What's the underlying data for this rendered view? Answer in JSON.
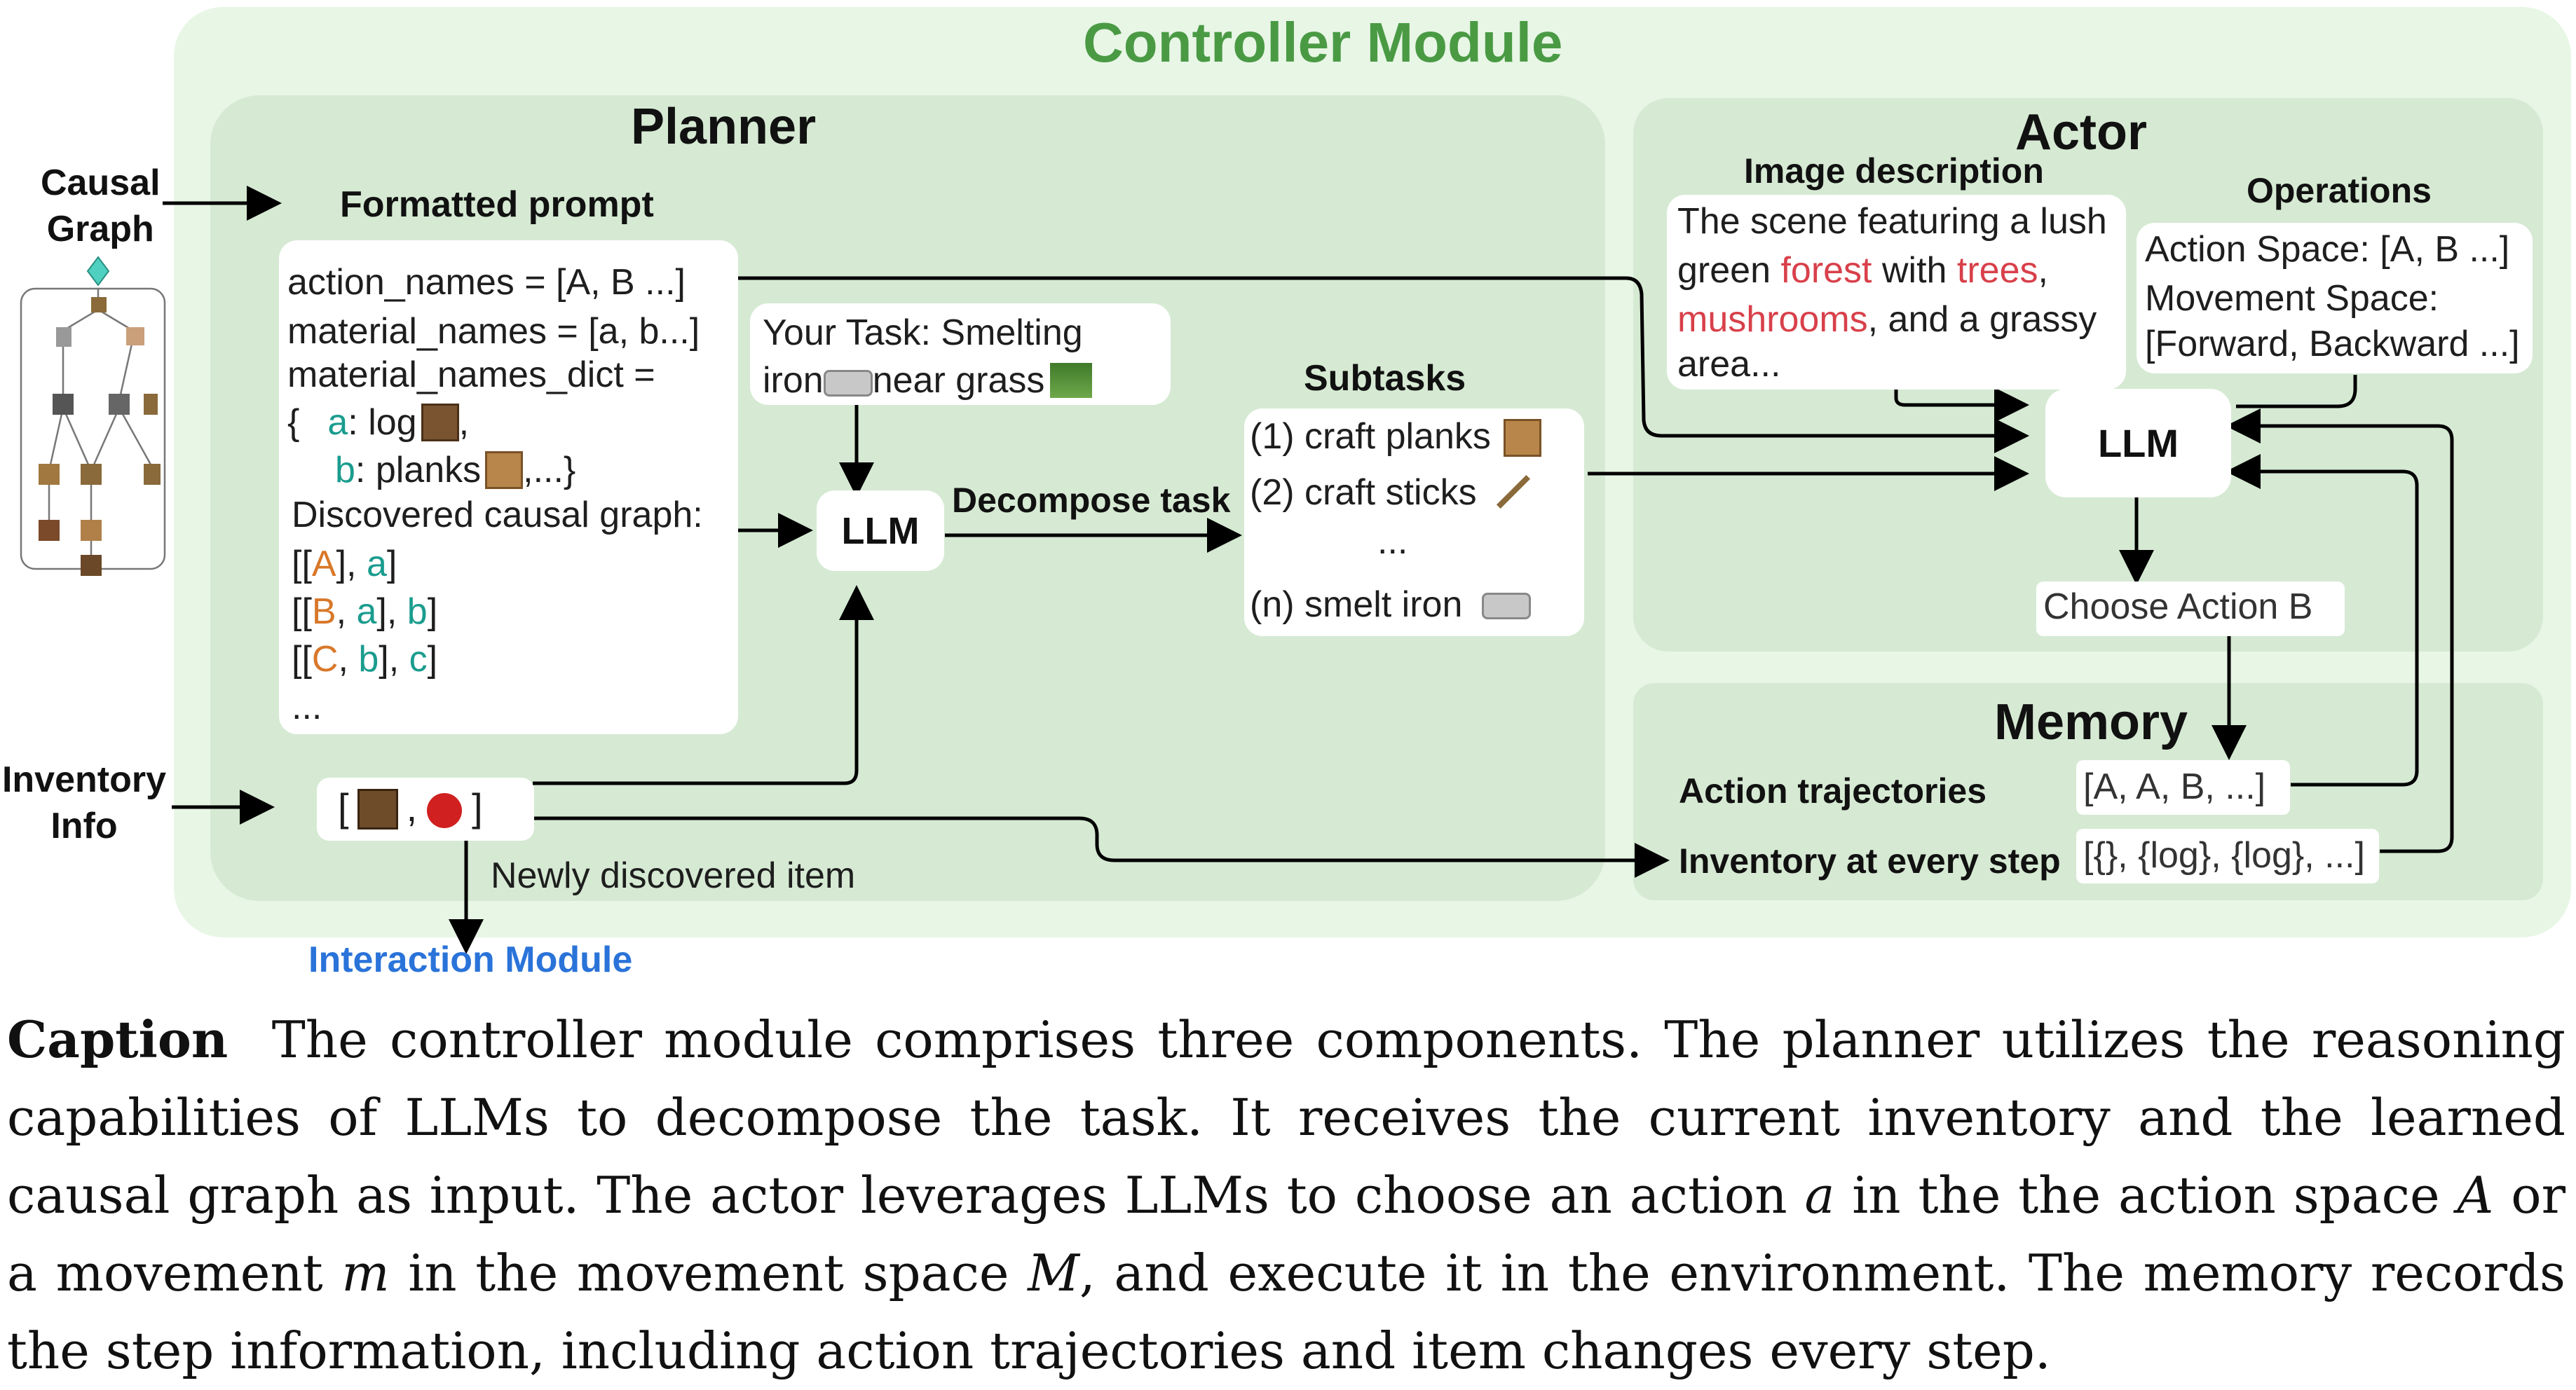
{
  "controller": {
    "title": "Controller Module"
  },
  "planner": {
    "title": "Planner",
    "formatted_prompt_title": "Formatted prompt",
    "prompt_lines": {
      "action_names": "action_names = [A, B ...]",
      "material_names": "material_names = [a, b...]",
      "material_dict": "material_names_dict =",
      "dict_open": "{",
      "a_key": "a",
      "a_val": ": log",
      "b_key": "b",
      "b_val": ": planks",
      "b_tail": ",...}",
      "graph_label": "Discovered causal graph:",
      "ellipsis": "..."
    },
    "task_box": {
      "line1": "Your Task:  Smelting",
      "line2_a": "iron",
      "line2_b": "near grass"
    },
    "llm_label": "LLM",
    "decompose_label": "Decompose task",
    "subtasks_title": "Subtasks",
    "subtasks": [
      "(1) craft planks",
      "(2) craft sticks",
      "...",
      "(n) smelt iron"
    ],
    "inventory_bracket_open": "[",
    "inventory_sep": ",",
    "inventory_bracket_close": "]",
    "newly_discovered": "Newly discovered item"
  },
  "left_labels": {
    "causal_graph": [
      "Causal",
      "Graph"
    ],
    "inventory_info": [
      "Inventory",
      "Info"
    ]
  },
  "interaction_module": "Interaction Module",
  "actor": {
    "title": "Actor",
    "image_description_title": "Image description",
    "image_description": {
      "p1": "The scene featuring a lush",
      "p2a": "green ",
      "forest": "forest",
      "p2b": " with ",
      "trees": "trees",
      "p2c": ",",
      "mushrooms": "mushrooms",
      "p3b": ", and a grassy",
      "p4": "area..."
    },
    "operations_title": "Operations",
    "action_space": "Action Space: [A, B ...]",
    "movement_space_1": "Movement Space:",
    "movement_space_2": "[Forward, Backward ...]",
    "llm_label": "LLM",
    "choose_action": "Choose Action B"
  },
  "memory": {
    "title": "Memory",
    "action_traj_label": "Action trajectories",
    "action_traj_value": "[A, A, B, ...]",
    "inventory_label": "Inventory at every step",
    "inventory_value": "[{}, {log}, {log}, ...]"
  },
  "caption": {
    "lead": "Caption",
    "text1": "The controller module comprises three components. The planner utilizes the reasoning capabilities of LLMs to decompose the task. It receives the current inventory and the learned causal graph as input. The actor leverages LLMs to choose an action ",
    "var_a": "a",
    "text2": " in the the action space ",
    "var_A": "A",
    "text3": " or a movement ",
    "var_m": "m",
    "text4": " in the movement space ",
    "var_M": "M",
    "text5": ", and execute it in the environment. The memory records the step information, including action trajectories and item changes every step."
  },
  "colors": {
    "outer_panel": "#e8f6e6",
    "inner_panel": "#d6ead3",
    "controller_title": "#4a9a44",
    "interaction_blue": "#2a73d9",
    "orange": "#d8782a",
    "teal": "#1a9c8e",
    "red": "#d8404a",
    "blue": "#1f63c9"
  }
}
